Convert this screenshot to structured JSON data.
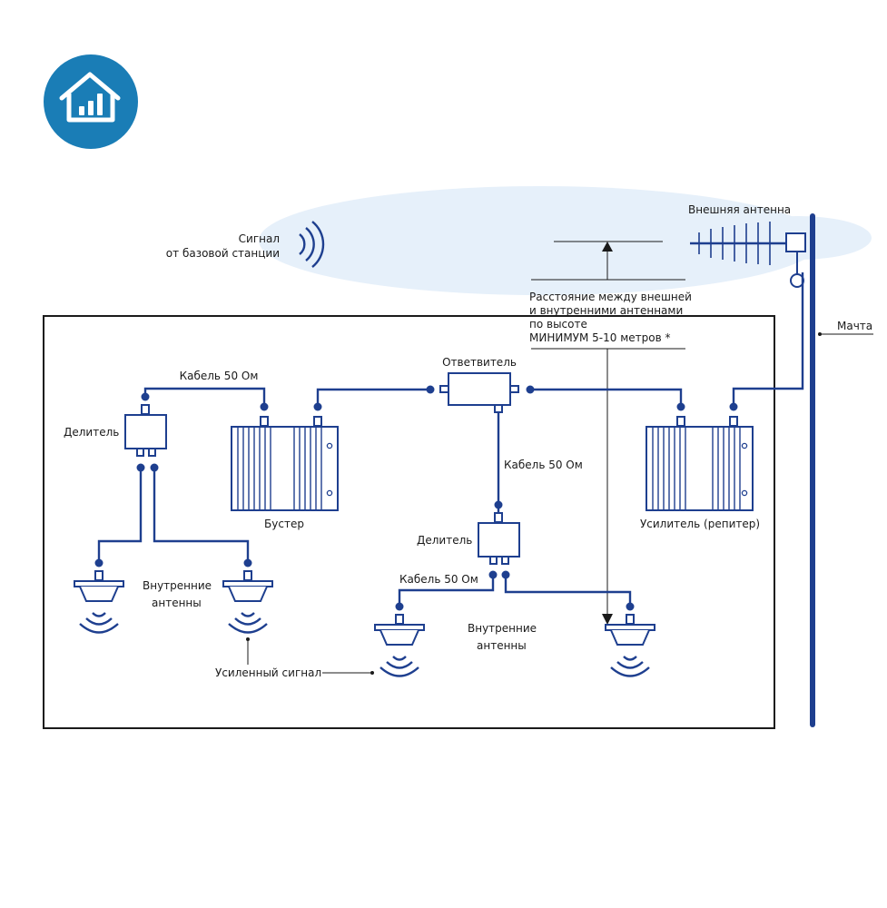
{
  "colors": {
    "primary": "#1e3f8f",
    "logo_bg": "#1a7db6",
    "sky": "#e6f0fa",
    "building": "#1a1a1a"
  },
  "logo": {
    "icon": "house-signal-icon"
  },
  "labels": {
    "signal_line1": "Сигнал",
    "signal_line2": "от базовой станции",
    "external_antenna": "Внешняя антенна",
    "mast": "Мачта",
    "distance_line1": "Расстояние между внешней",
    "distance_line2": "и внутренними антеннами",
    "distance_line3": "по высоте",
    "distance_line4": "МИНИМУМ 5-10 метров *",
    "coupler": "Ответвитель",
    "cable_top": "Кабель 50 Ом",
    "cable_mid": "Кабель 50 Ом",
    "cable_low": "Кабель 50 Ом",
    "splitter_left": "Делитель",
    "splitter_center": "Делитель",
    "booster": "Бустер",
    "repeater": "Усилитель (репитер)",
    "internal_left_line1": "Внутренние",
    "internal_left_line2": "антенны",
    "internal_right_line1": "Внутренние",
    "internal_right_line2": "антенны",
    "amplified_signal": "Усиленный сигнал"
  }
}
